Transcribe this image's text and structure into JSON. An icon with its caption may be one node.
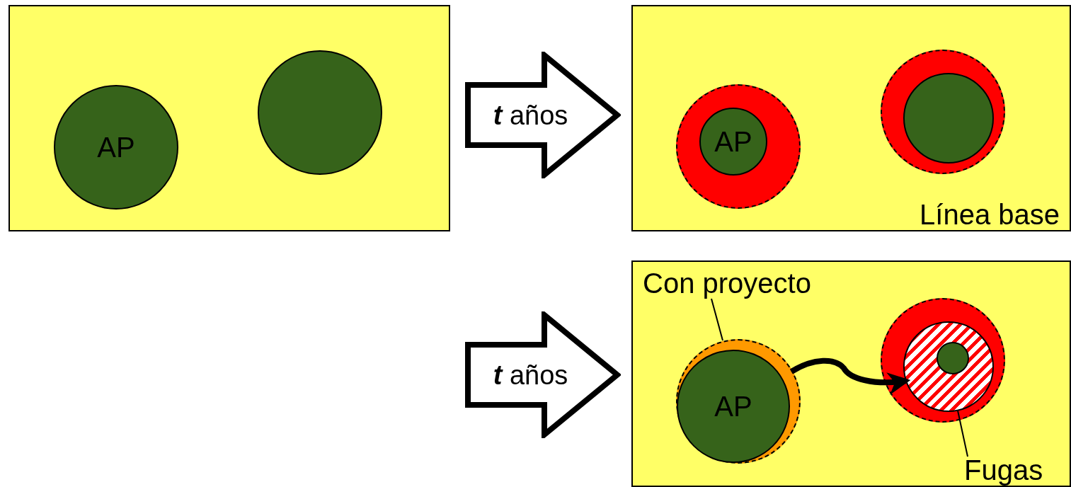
{
  "diagram": {
    "nodes": [
      {
        "text": [],
        "shape": "box"
      },
      {
        "text": [
          "AP"
        ],
        "in": 0
      },
      {
        "text": [],
        "shape": "circle",
        "in": 0
      },
      {
        "text": [
          "**t** años"
        ]
      },
      {
        "text": [
          "Línea base"
        ]
      },
      {
        "text": [],
        "shape": "circle",
        "in": 4
      },
      {
        "text": [
          "AP"
        ],
        "in": 5
      },
      {
        "text": [],
        "shape": "circle",
        "in": 4
      },
      {
        "text": [],
        "shape": "circle",
        "in": 7
      },
      {
        "text": [
          "**t** años"
        ]
      },
      {
        "text": [],
        "shape": "box"
      },
      {
        "text": [
          "Con proyecto"
        ],
        "in": 10
      },
      {
        "text": [],
        "shape": "circle",
        "in": 10
      },
      {
        "text": [
          "AP"
        ],
        "in": 12
      },
      {
        "text": [],
        "shape": "circle",
        "in": 10
      },
      {
        "text": [],
        "shape": "circle",
        "in": 14
      },
      {
        "text": [],
        "shape": "circle",
        "in": 15
      },
      {
        "text": [
          "Fugas"
        ],
        "in": 10
      }
    ],
    "edges": [
      {
        "from": 11,
        "to": 12,
        "arrow": "none"
      },
      {
        "from": 17,
        "to": 15,
        "arrow": "none"
      },
      {
        "from": 12,
        "to": 15,
        "arrow": "to",
        "style": "thick"
      }
    ]
  }
}
